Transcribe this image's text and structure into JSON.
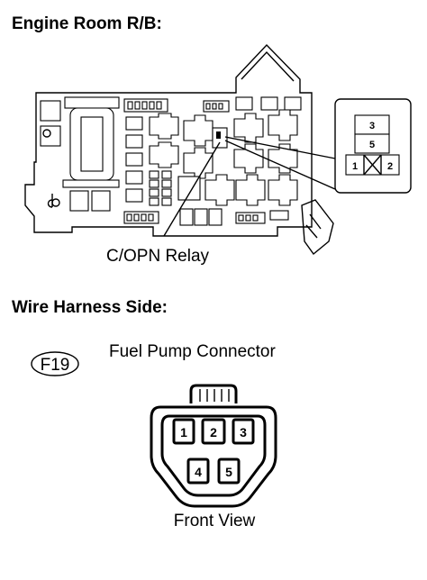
{
  "section_1_title": "Engine Room R/B:",
  "relay_label": "C/OPN Relay",
  "relay_pins": {
    "top": "3",
    "middle": "5",
    "left": "1",
    "right": "2"
  },
  "section_2_title": "Wire Harness Side:",
  "connector_code": "F19",
  "connector_name": "Fuel Pump Connector",
  "connector_pins": [
    "1",
    "2",
    "3",
    "4",
    "5"
  ],
  "view_label": "Front View"
}
